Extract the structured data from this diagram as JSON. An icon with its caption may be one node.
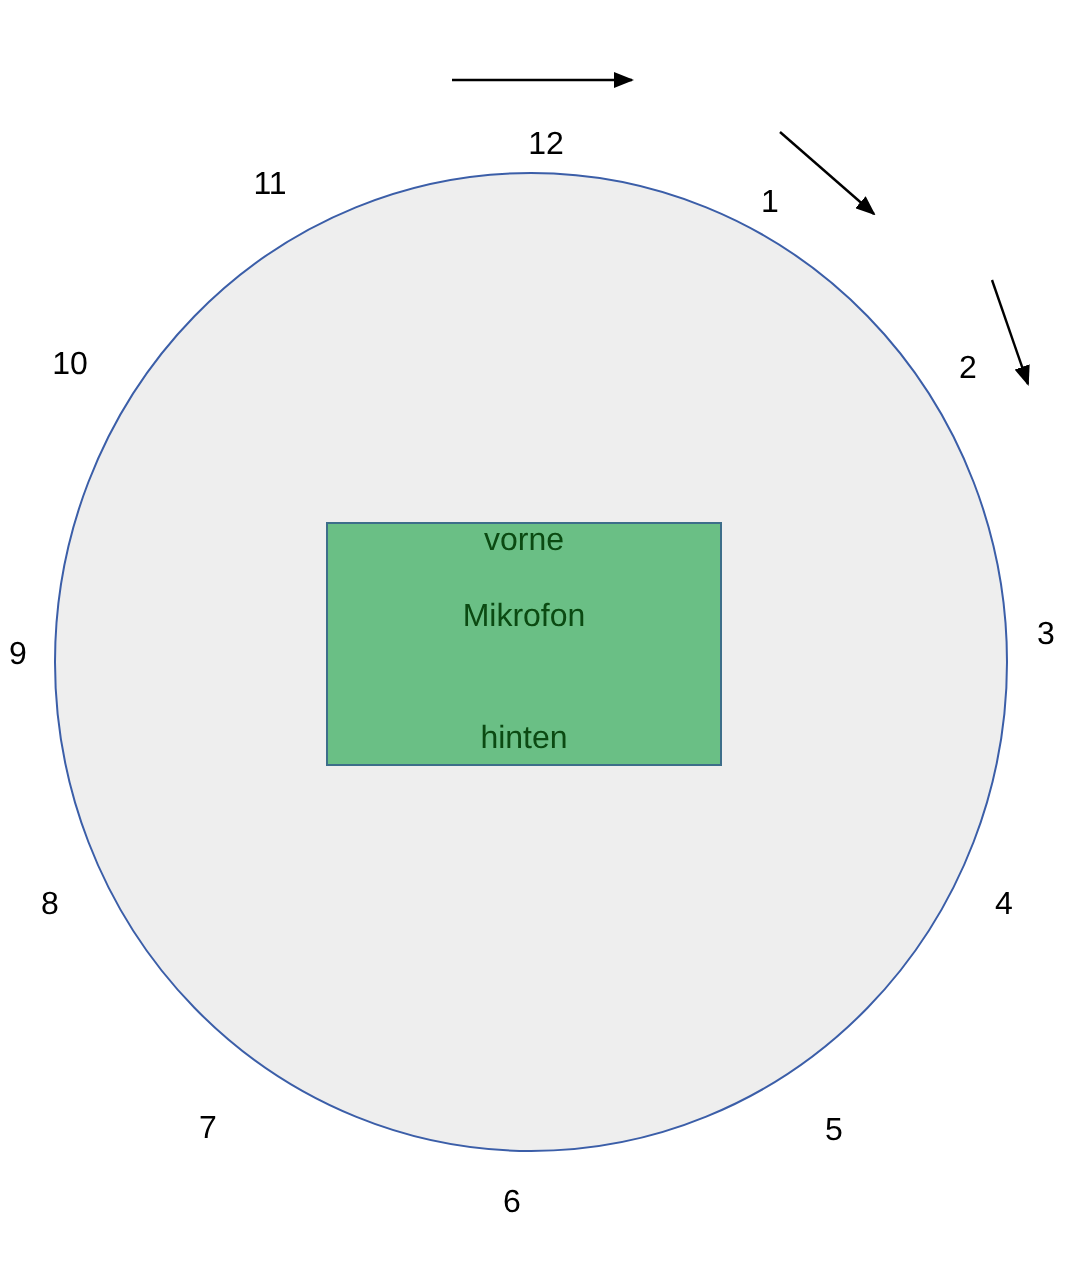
{
  "diagram": {
    "nodes": [
      {
        "text": [],
        "shape": "circle"
      },
      {
        "text": [
          "vorne",
          "Mikrofon",
          "hinten"
        ],
        "in": 0
      }
    ],
    "labels": [
      "12",
      "1",
      "2",
      "3",
      "4",
      "5",
      "6",
      "7",
      "8",
      "9",
      "10",
      "11"
    ]
  }
}
